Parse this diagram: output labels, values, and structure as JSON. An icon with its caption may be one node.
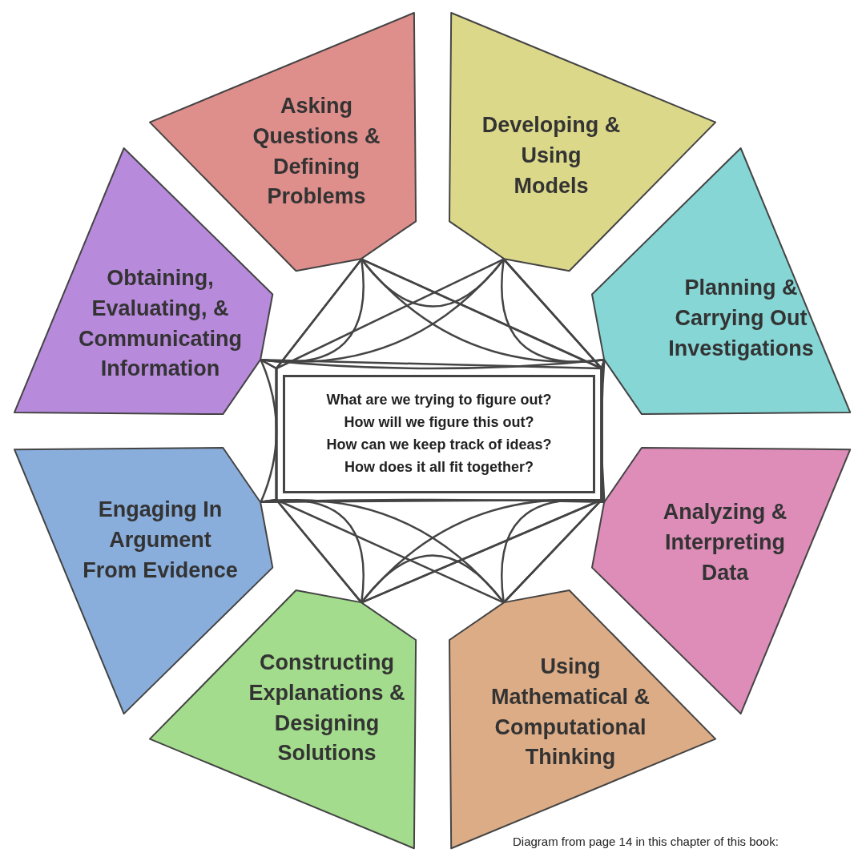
{
  "diagram": {
    "nodes": [
      {
        "text": [
          "Asking Questions & Defining Problems"
        ]
      },
      {
        "text": [
          "Developing & Using Models"
        ]
      },
      {
        "text": [
          "Planning & Carrying Out Investigations"
        ]
      },
      {
        "text": [
          "Analyzing & Interpreting Data"
        ]
      },
      {
        "text": [
          "Using Mathematical & Computational Thinking"
        ]
      },
      {
        "text": [
          "Constructing Explanations & Designing Solutions"
        ]
      },
      {
        "text": [
          "Engaging In Argument From Evidence"
        ]
      },
      {
        "text": [
          "Obtaining, Evaluating, & Communicating Information"
        ]
      },
      {
        "text": [
          "What are we trying to figure out?",
          "How will we figure this out?",
          "How can we keep track of ideas?",
          "How does it all fit together?"
        ]
      }
    ],
    "edges": [
      {
        "from": 0,
        "to": 1,
        "arrow": "none"
      },
      {
        "from": 0,
        "to": 2,
        "arrow": "none"
      },
      {
        "from": 0,
        "to": 3,
        "arrow": "none"
      },
      {
        "from": 0,
        "to": 4,
        "arrow": "none"
      },
      {
        "from": 0,
        "to": 5,
        "arrow": "none"
      },
      {
        "from": 0,
        "to": 6,
        "arrow": "none"
      },
      {
        "from": 0,
        "to": 7,
        "arrow": "none"
      },
      {
        "from": 1,
        "to": 2,
        "arrow": "none"
      },
      {
        "from": 1,
        "to": 3,
        "arrow": "none"
      },
      {
        "from": 1,
        "to": 4,
        "arrow": "none"
      },
      {
        "from": 1,
        "to": 5,
        "arrow": "none"
      },
      {
        "from": 1,
        "to": 6,
        "arrow": "none"
      },
      {
        "from": 1,
        "to": 7,
        "arrow": "none"
      },
      {
        "from": 2,
        "to": 3,
        "arrow": "none"
      },
      {
        "from": 2,
        "to": 4,
        "arrow": "none"
      },
      {
        "from": 2,
        "to": 5,
        "arrow": "none"
      },
      {
        "from": 2,
        "to": 6,
        "arrow": "none"
      },
      {
        "from": 2,
        "to": 7,
        "arrow": "none"
      },
      {
        "from": 3,
        "to": 4,
        "arrow": "none"
      },
      {
        "from": 3,
        "to": 5,
        "arrow": "none"
      },
      {
        "from": 3,
        "to": 6,
        "arrow": "none"
      },
      {
        "from": 3,
        "to": 7,
        "arrow": "none"
      },
      {
        "from": 4,
        "to": 5,
        "arrow": "none"
      },
      {
        "from": 4,
        "to": 6,
        "arrow": "none"
      },
      {
        "from": 4,
        "to": 7,
        "arrow": "none"
      },
      {
        "from": 5,
        "to": 6,
        "arrow": "none"
      },
      {
        "from": 5,
        "to": 7,
        "arrow": "none"
      },
      {
        "from": 6,
        "to": 7,
        "arrow": "none"
      }
    ],
    "caption": "Diagram from page 14 in this chapter of this book:"
  }
}
